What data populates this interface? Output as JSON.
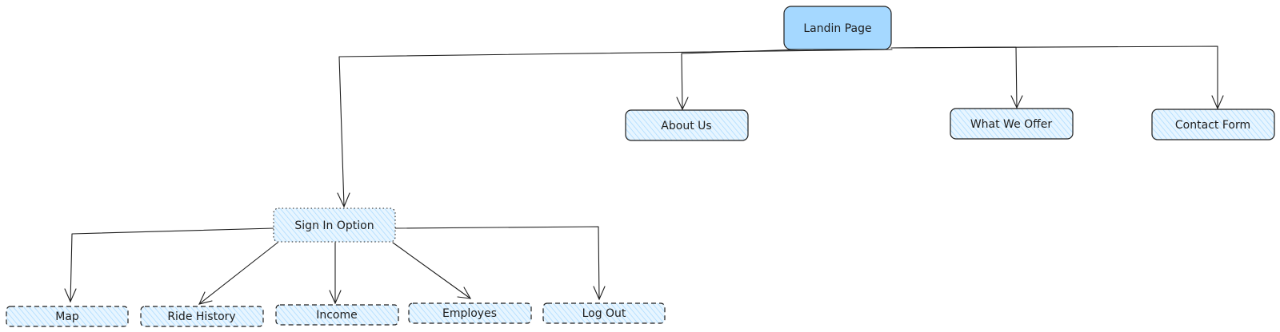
{
  "colors": {
    "root_fill": "#a5d8ff",
    "node_fill": "#e7f5ff",
    "hatch": "#a5d8ff",
    "stroke": "#1e1e1e",
    "background": "#ffffff"
  },
  "nodes": {
    "landing": {
      "label": "Landin Page",
      "style": "solid-filled"
    },
    "about": {
      "label": "About Us",
      "style": "solid-hatched"
    },
    "offer": {
      "label": "What We Offer",
      "style": "solid-hatched"
    },
    "contact": {
      "label": "Contact Form",
      "style": "solid-hatched"
    },
    "signin": {
      "label": "Sign In Option",
      "style": "dotted-hatched"
    },
    "map": {
      "label": "Map",
      "style": "dashed-hatched"
    },
    "ride_history": {
      "label": "Ride History",
      "style": "dashed-hatched"
    },
    "income": {
      "label": "Income",
      "style": "dashed-hatched"
    },
    "employes": {
      "label": "Employes",
      "style": "dashed-hatched"
    },
    "logout": {
      "label": "Log Out",
      "style": "dashed-hatched"
    }
  },
  "edges": [
    {
      "from": "landing",
      "to": "signin"
    },
    {
      "from": "landing",
      "to": "about"
    },
    {
      "from": "landing",
      "to": "offer"
    },
    {
      "from": "landing",
      "to": "contact"
    },
    {
      "from": "signin",
      "to": "map"
    },
    {
      "from": "signin",
      "to": "ride_history"
    },
    {
      "from": "signin",
      "to": "income"
    },
    {
      "from": "signin",
      "to": "employes"
    },
    {
      "from": "signin",
      "to": "logout"
    }
  ]
}
